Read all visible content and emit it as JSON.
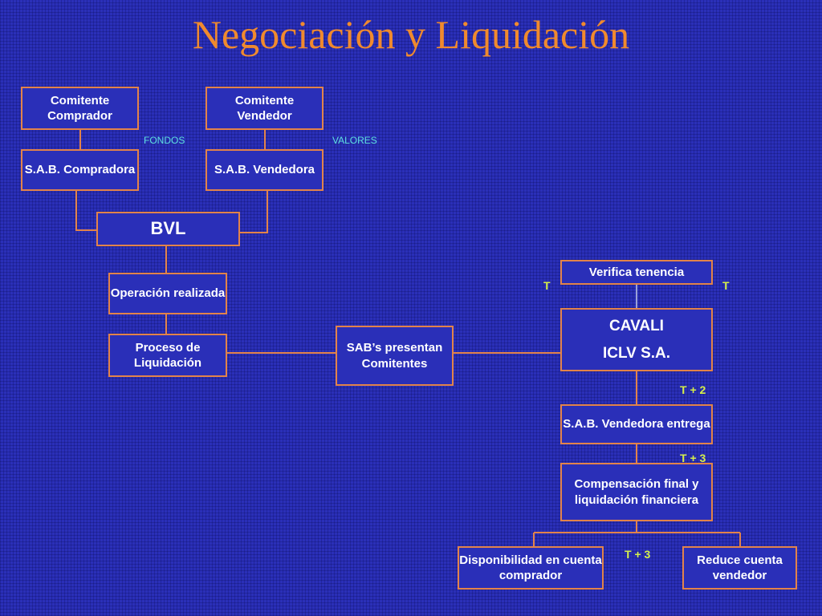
{
  "title": "Negociación y Liquidación",
  "nodes": {
    "comitente_comprador": "Comitente Comprador",
    "comitente_vendedor": "Comitente Vendedor",
    "sab_compradora": "S.A.B. Compradora",
    "sab_vendedora": "S.A.B. Vendedora",
    "bvl": "BVL",
    "operacion_realizada": "Operación realizada",
    "proceso_liquidacion": "Proceso de Liquidación",
    "sabs_presentan": "SAB’s presentan Comitentes",
    "verifica_tenencia": "Verifica tenencia",
    "cavali_line1": "CAVALI",
    "cavali_line2": "ICLV S.A.",
    "sab_vendedora_entrega": "S.A.B. Vendedora entrega",
    "compensacion_final": "Compensación final y liquidación financiera",
    "disponibilidad": "Disponibilidad en cuenta comprador",
    "reduce_cuenta": "Reduce cuenta vendedor"
  },
  "labels": {
    "fondos": "FONDOS",
    "valores": "VALORES",
    "t_left": "T",
    "t_right": "T",
    "t_plus_2": "T + 2",
    "t_plus_3_upper": "T + 3",
    "t_plus_3_lower": "T + 3"
  },
  "colors": {
    "background": "#2a2fb8",
    "title": "#f08a2e",
    "box_border": "#e2834a",
    "connector": "#e2834a",
    "timing_label": "#d6f04a",
    "flow_label": "#5fe0e0"
  }
}
